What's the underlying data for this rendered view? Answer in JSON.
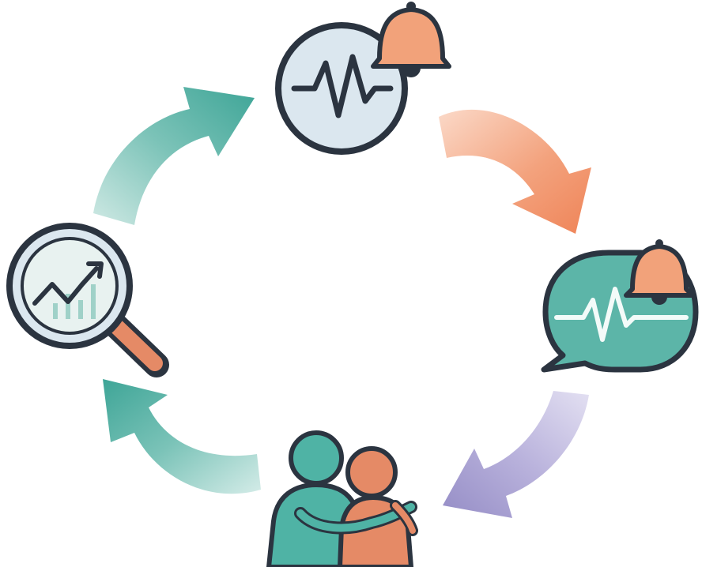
{
  "diagram": {
    "type": "cycle",
    "direction": "clockwise",
    "nodes": [
      {
        "id": "monitor",
        "icon": "heartbeat-monitor-with-bell-icon"
      },
      {
        "id": "alert",
        "icon": "speech-bubble-heartbeat-with-bell-icon"
      },
      {
        "id": "support",
        "icon": "two-people-hugging-icon"
      },
      {
        "id": "analyze",
        "icon": "magnifying-glass-trend-chart-icon"
      }
    ],
    "arrows": [
      {
        "from": "monitor",
        "to": "alert",
        "color": "#f08a5d"
      },
      {
        "from": "alert",
        "to": "support",
        "color": "#9b93c9"
      },
      {
        "from": "support",
        "to": "analyze",
        "color": "#3fa79a"
      },
      {
        "from": "analyze",
        "to": "monitor",
        "color": "#3fa79a"
      }
    ]
  },
  "colors": {
    "teal": "#4fb3a5",
    "teal_dark": "#2e8f84",
    "orange": "#f08a5d",
    "orange_light": "#f7b89a",
    "purple": "#9b93c9",
    "bubble_light": "#dbe7ef",
    "outline": "#2b3440",
    "person_orange": "#e58a66"
  }
}
